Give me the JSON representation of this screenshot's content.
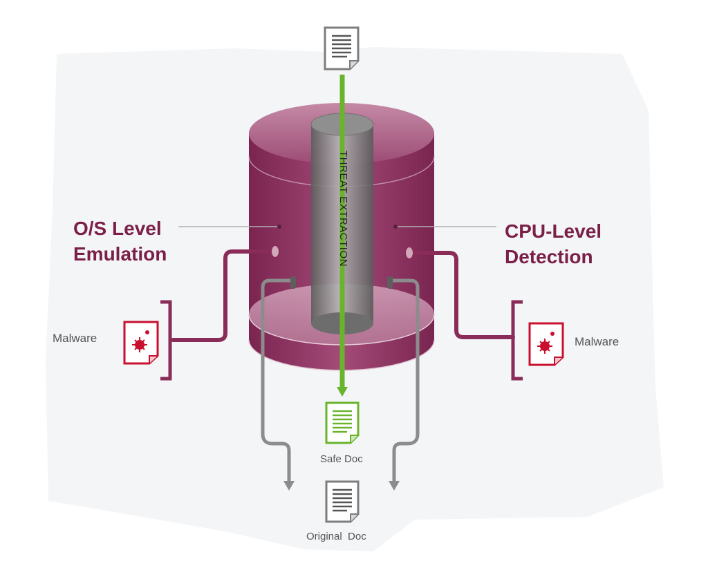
{
  "labels": {
    "os_level_line1": "O/S Level",
    "os_level_line2": "Emulation",
    "cpu_level_line1": "CPU-Level",
    "cpu_level_line2": "Detection",
    "threat_extraction": "THREAT EXTRACTION",
    "malware_left": "Malware",
    "malware_right": "Malware",
    "safe_doc": "Safe Doc",
    "original_doc": "Original  Doc"
  },
  "colors": {
    "cylinder": "#8a2c58",
    "heading": "#7a1f48",
    "green_flow": "#6ab42d",
    "gray_flow": "#8c8c8c",
    "malware_red": "#c8102e",
    "background_panel": "#f4f5f7"
  },
  "icons": {
    "top_document": "document-icon",
    "safe_document": "document-icon",
    "original_document": "document-icon",
    "malware_left": "malware-file-icon",
    "malware_right": "malware-file-icon"
  }
}
